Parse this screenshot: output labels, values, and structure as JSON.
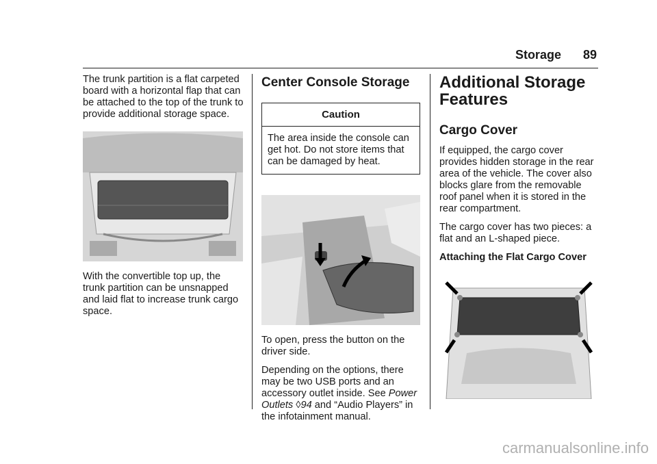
{
  "header": {
    "section": "Storage",
    "page_number": "89"
  },
  "col1": {
    "para1": "The trunk partition is a flat carpeted board with a horizontal flap that can be attached to the top of the trunk to provide additional storage space.",
    "para2": "With the convertible top up, the trunk partition can be unsnapped and laid flat to increase trunk cargo space."
  },
  "col2": {
    "heading": "Center Console Storage",
    "caution_title": "Caution",
    "caution_text": "The area inside the console can get hot. Do not store items that can be damaged by heat.",
    "para1": "To open, press the button on the driver side.",
    "para2_start": "Depending on the options, there may be two USB ports and an accessory outlet inside. See ",
    "para2_link": "Power Outlets",
    "para2_ref_symbol": "◊",
    "para2_page": "94",
    "para2_end": " and “Audio Players” in the infotainment manual."
  },
  "col3": {
    "heading_line1": "Additional Storage",
    "heading_line2": "Features",
    "subheading": "Cargo Cover",
    "para1": "If equipped, the cargo cover provides hidden storage in the rear area of the vehicle. The cover also blocks glare from the removable roof panel when it is stored in the rear compartment.",
    "para2": "The cargo cover has two pieces: a flat and an L-shaped piece.",
    "bold_label": "Attaching the Flat Cargo Cover"
  },
  "watermark": "carmanualsonline.info"
}
